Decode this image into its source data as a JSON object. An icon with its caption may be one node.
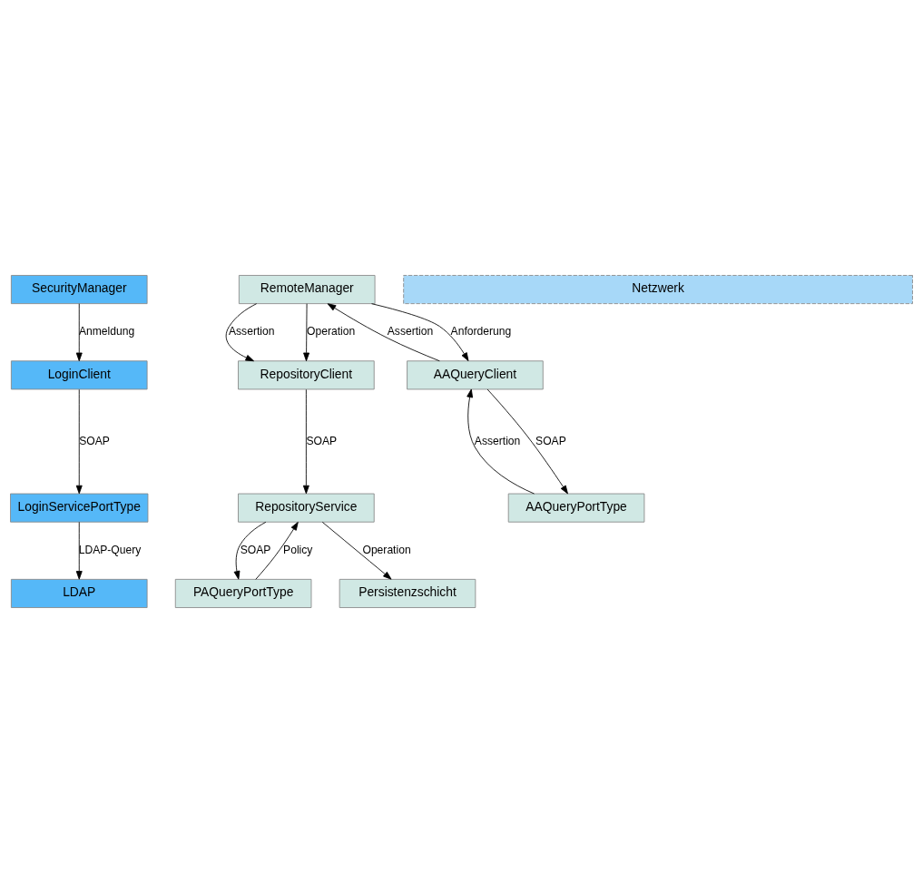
{
  "diagram": {
    "nodes": [
      {
        "text": [
          "LDAP"
        ]
      },
      {
        "text": [
          "PAQueryPortType"
        ]
      },
      {
        "text": [
          "Persistenzschicht"
        ]
      },
      {
        "text": [
          "LoginServicePortType"
        ]
      },
      {
        "text": [
          "AAQueryPortType"
        ]
      },
      {
        "text": [
          "RepositoryService"
        ]
      },
      {
        "text": [
          "Netzwerk"
        ]
      },
      {
        "text": [
          "LoginClient"
        ]
      },
      {
        "text": [
          "AAQueryClient"
        ]
      },
      {
        "text": [
          "RepositoryClient"
        ]
      },
      {
        "text": [
          "SecurityManager"
        ]
      },
      {
        "text": [
          "RemoteManager"
        ]
      }
    ],
    "edges": [
      {
        "from": 3,
        "to": 0,
        "arrow": "to",
        "label": "LDAP-Query"
      },
      {
        "from": 5,
        "to": 1,
        "arrow": "to",
        "label": "SOAP"
      },
      {
        "from": 1,
        "to": 5,
        "arrow": "to",
        "label": "Policy"
      },
      {
        "from": 5,
        "to": 2,
        "arrow": "to",
        "label": "Operation"
      },
      {
        "from": 7,
        "to": 3,
        "arrow": "to",
        "label": "SOAP"
      },
      {
        "from": 8,
        "to": 4,
        "arrow": "to",
        "label": "SOAP"
      },
      {
        "from": 4,
        "to": 8,
        "arrow": "to",
        "label": "Assertion"
      },
      {
        "from": 9,
        "to": 5,
        "arrow": "to",
        "label": "SOAP"
      },
      {
        "from": 10,
        "to": 7,
        "arrow": "to",
        "label": "Anmeldung"
      },
      {
        "from": 11,
        "to": 8,
        "arrow": "to",
        "label": "Anforderung"
      },
      {
        "from": 8,
        "to": 11,
        "arrow": "to",
        "label": "Assertion"
      },
      {
        "from": 11,
        "to": 9,
        "arrow": "to",
        "label": "Assertion"
      },
      {
        "from": 11,
        "to": 9,
        "arrow": "to",
        "label": "Operation"
      }
    ]
  }
}
